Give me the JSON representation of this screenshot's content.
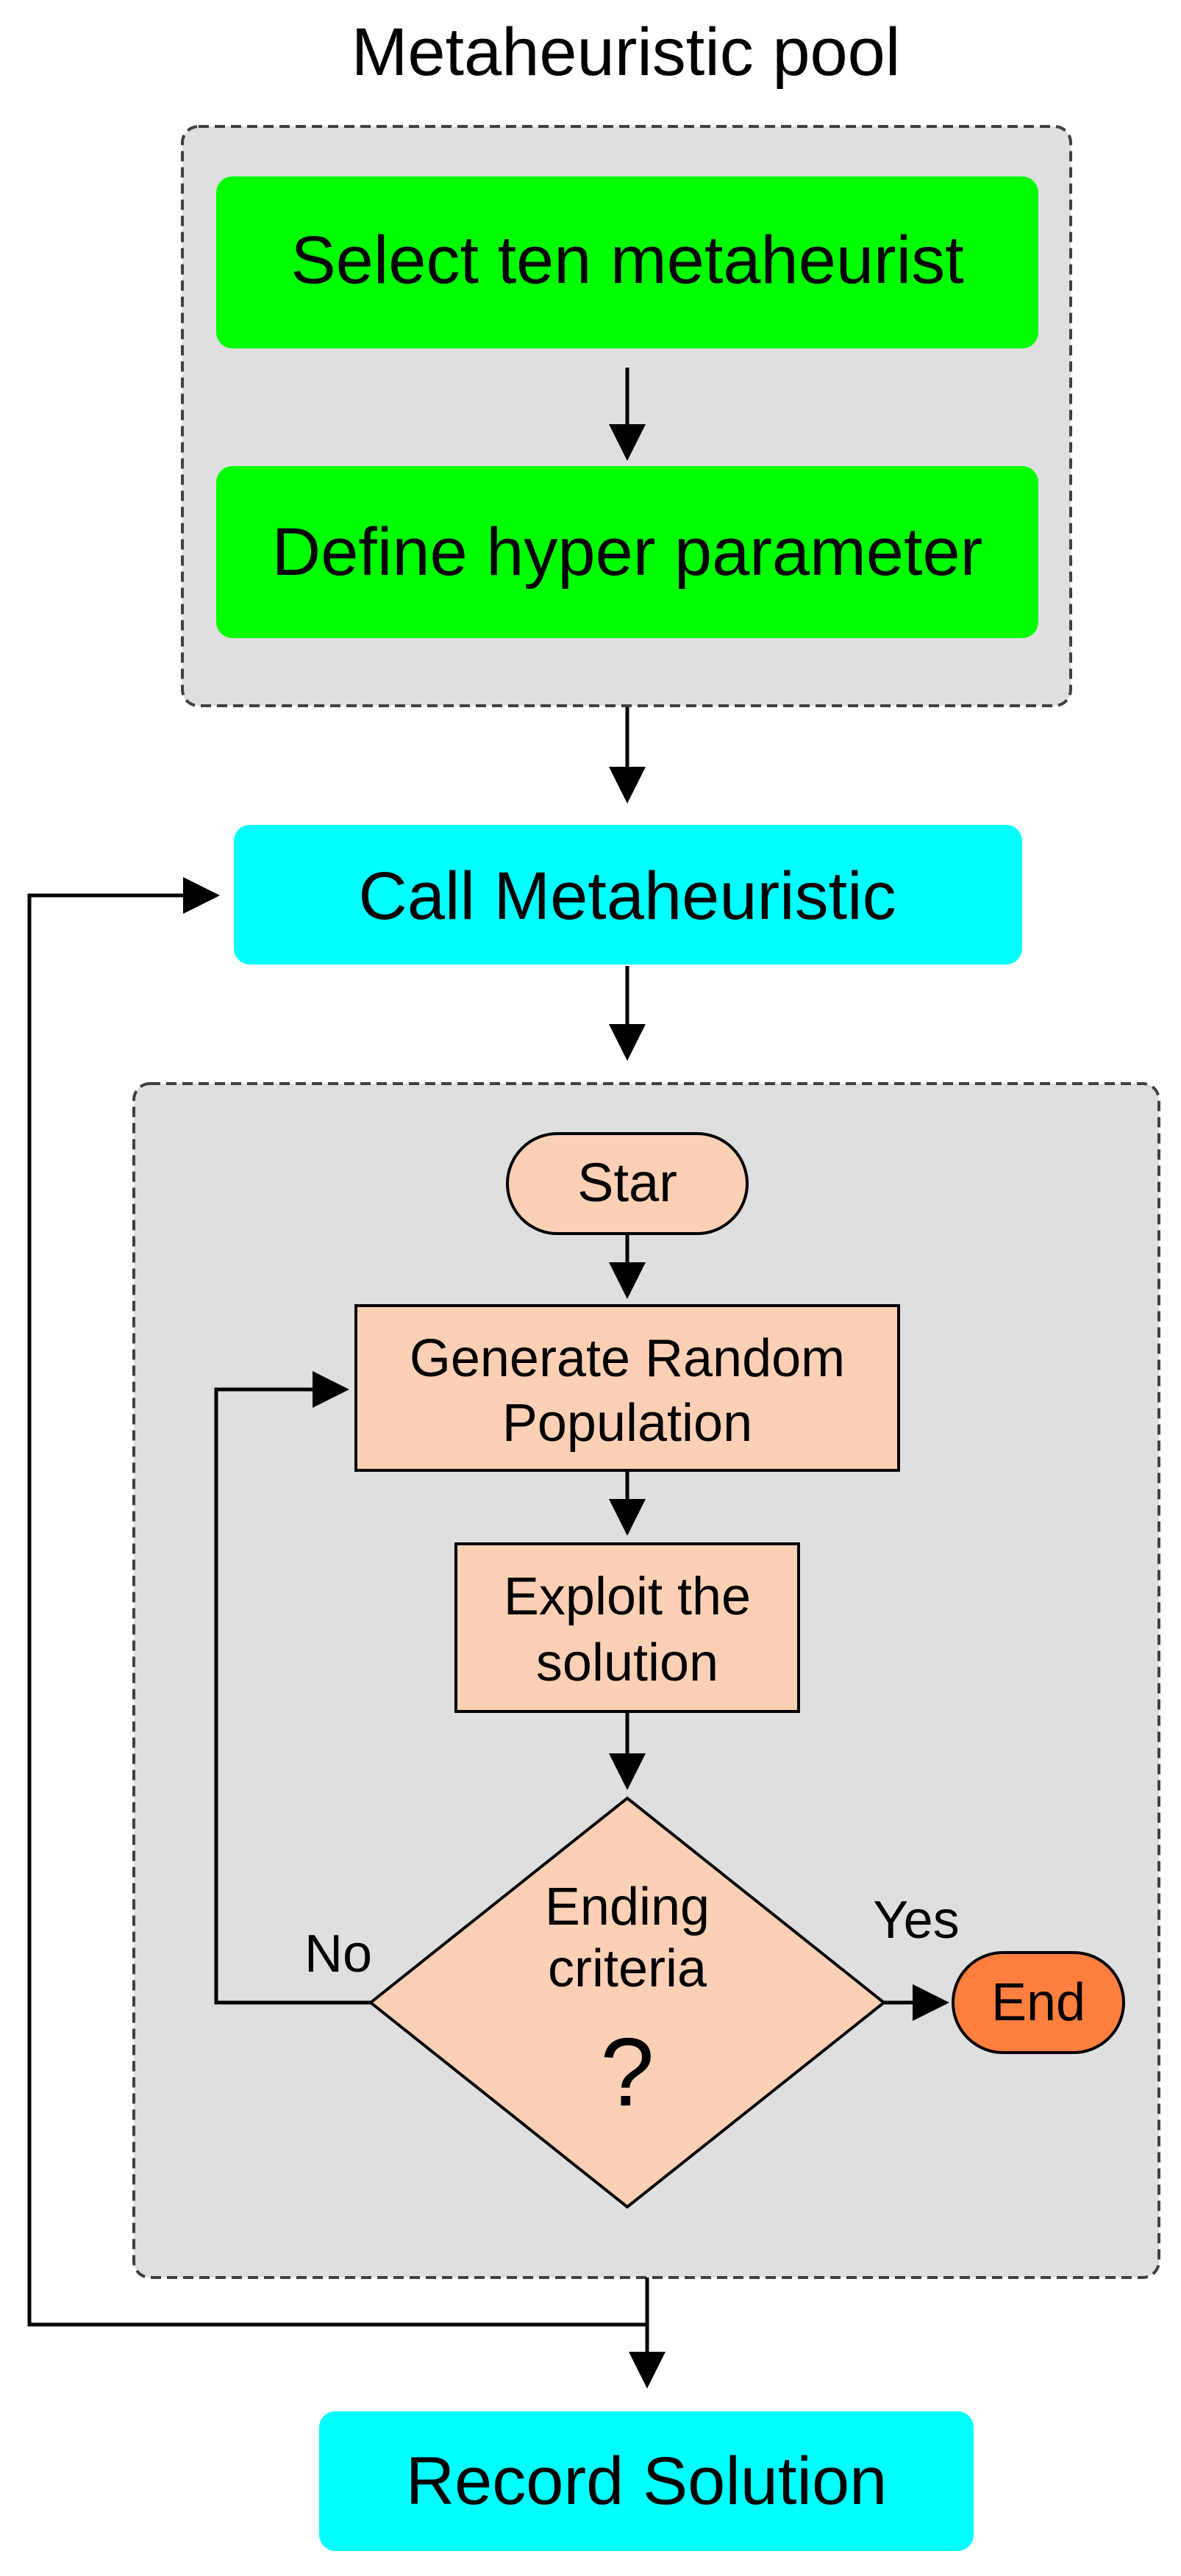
{
  "pool": {
    "title": "Metaheuristic pool",
    "select_label": "Select ten metaheurist",
    "define_label": "Define hyper parameter"
  },
  "call_label": "Call Metaheuristic",
  "inner": {
    "start_label": "Star",
    "generate_line1": "Generate Random",
    "generate_line2": "Population",
    "exploit_line1": "Exploit the",
    "exploit_line2": "solution",
    "decision_line1": "Ending",
    "decision_line2": "criteria",
    "decision_mark": "?",
    "yes_label": "Yes",
    "no_label": "No",
    "end_label": "End"
  },
  "record_label": "Record Solution",
  "colors": {
    "green_box": "#00ff00",
    "cyan_box": "#00ffff",
    "salmon_box": "#fcd0b4",
    "end_terminal": "#ff7f3f",
    "panel_gray": "#dfdfdf"
  }
}
